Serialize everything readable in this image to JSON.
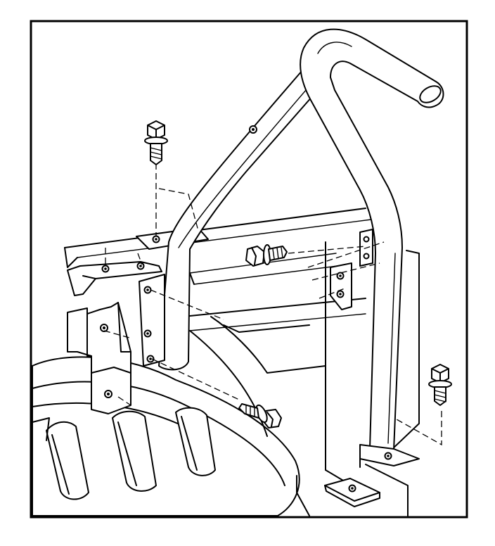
{
  "figure": {
    "kind": "exploded-assembly-line-drawing",
    "palette": {
      "ink": "#000000",
      "paper": "#ffffff"
    },
    "parts": [
      "frame-border",
      "rear-fender-body",
      "seat-frame-cushion",
      "roll-bar-tube",
      "upper-left-mounting-bracket",
      "left-side-mounting-bracket",
      "right-side-mounting-bracket",
      "lower-right-mounting-bracket",
      "lower-right-base-plate",
      "top-left-flange-bolt",
      "center-flange-bolt",
      "lower-left-flange-bolt",
      "right-flange-bolt"
    ]
  }
}
